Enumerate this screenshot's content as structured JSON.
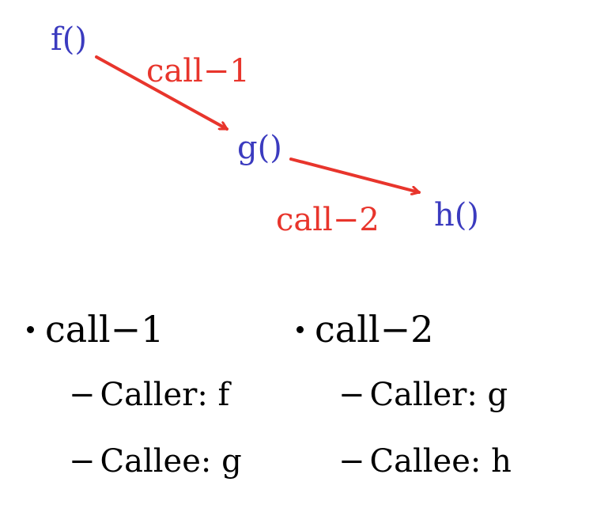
{
  "colors": {
    "function": "#3b3bbf",
    "call": "#e8352c",
    "text": "#000000"
  },
  "nodes": {
    "f": "f()",
    "g": "g()",
    "h": "h()"
  },
  "edges": {
    "call1": "call−1",
    "call2": "call−2"
  },
  "lists": [
    {
      "title": "call−1",
      "items": [
        "Caller: f",
        "Callee: g"
      ]
    },
    {
      "title": "call−2",
      "items": [
        "Caller: g",
        "Callee: h"
      ]
    }
  ],
  "dash": "−"
}
